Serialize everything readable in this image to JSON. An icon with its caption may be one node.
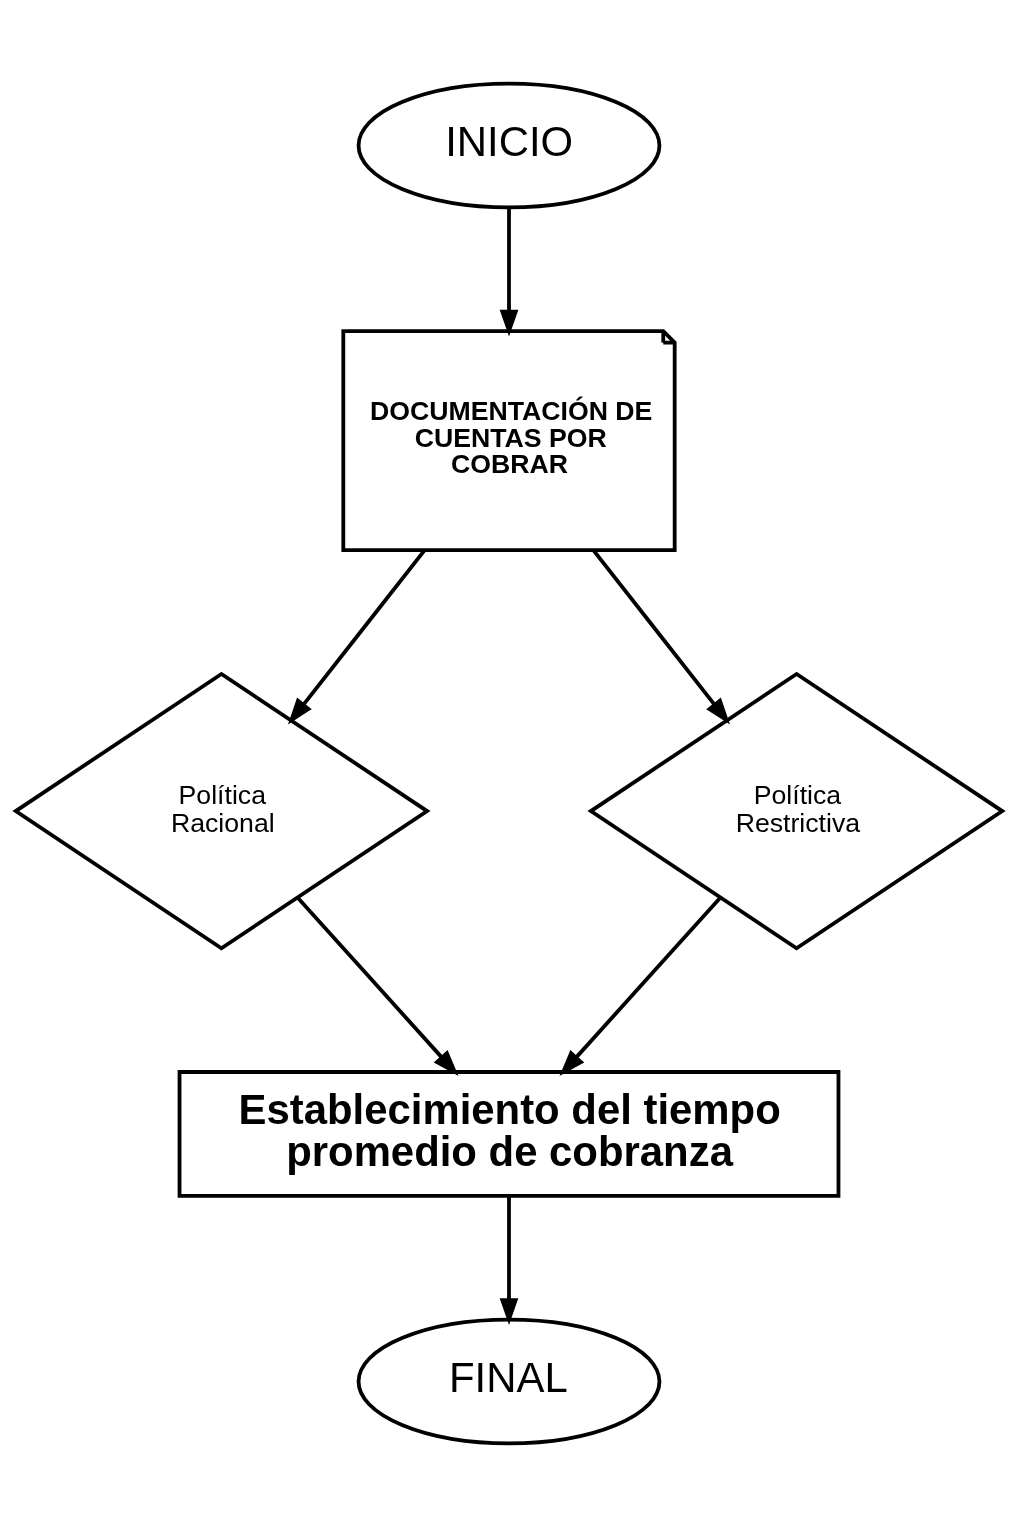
{
  "diagram": {
    "nodes": [
      {
        "text": [
          "INICIO"
        ]
      },
      {
        "text": [
          "DOCUMENTACIÓN DE CUENTAS POR COBRAR"
        ]
      },
      {
        "text": [
          "Política Racional"
        ]
      },
      {
        "text": [
          "Política Restrictiva"
        ]
      },
      {
        "text": [
          "Establecimiento del tiempo promedio de cobranza"
        ]
      },
      {
        "text": [
          "FINAL"
        ]
      }
    ],
    "edges": [
      {
        "from": 0,
        "to": 1,
        "arrow": "to"
      },
      {
        "from": 1,
        "to": 2,
        "arrow": "to"
      },
      {
        "from": 1,
        "to": 3,
        "arrow": "to"
      },
      {
        "from": 2,
        "to": 4,
        "arrow": "to"
      },
      {
        "from": 3,
        "to": 4,
        "arrow": "to"
      },
      {
        "from": 4,
        "to": 5,
        "arrow": "to"
      }
    ]
  }
}
